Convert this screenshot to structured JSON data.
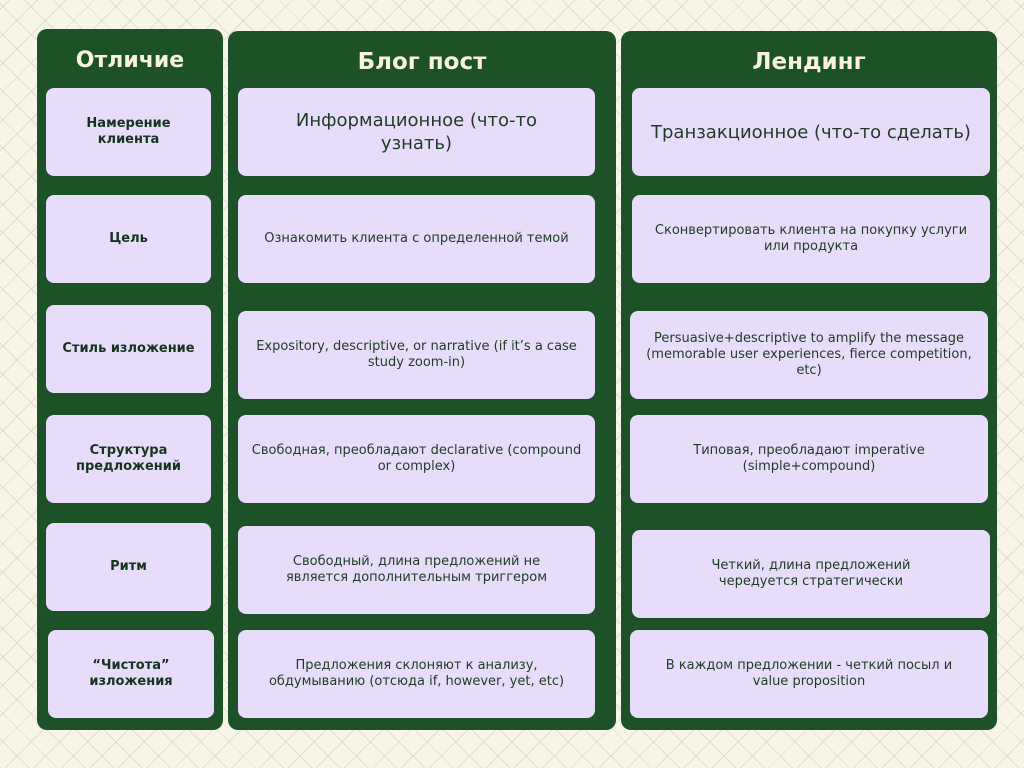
{
  "headers": {
    "difference": "Отличие",
    "blog": "Блог пост",
    "landing": "Лендинг"
  },
  "rows": [
    {
      "label": "Намерение клиента",
      "blog": "Информационное (что-то узнать)",
      "landing": "Транзакционное (что-то сделать)"
    },
    {
      "label": "Цель",
      "blog": "Ознакомить клиента с определенной темой",
      "landing": "Сконвертировать клиента на покупку услуги или продукта"
    },
    {
      "label": "Стиль изложение",
      "blog": "Expository, descriptive, or narrative (if it’s a case study zoom-in)",
      "landing": "Persuasive+descriptive to amplify the message (memorable user experiences, fierce competition, etc)"
    },
    {
      "label": "Структура предложений",
      "blog": "Свободная, преобладают declarative (compound or complex)",
      "landing": "Типовая, преобладают imperative (simple+compound)"
    },
    {
      "label": "Ритм",
      "blog": "Свободный, длина предложений не является дополнительным триггером",
      "landing": "Четкий, длина предложений чередуется стратегически"
    },
    {
      "label": "“Чистота” изложения",
      "blog": "Предложения склоняют к анализу, обдумыванию (отсюда if, however, yet, etc)",
      "landing": "В каждом предложении - четкий посыл и value proposition"
    }
  ],
  "colors": {
    "column_bg": "#1d5127",
    "cell_bg": "#e8dcfb",
    "header_text": "#f7f3dc",
    "page_bg": "#f7f5e6"
  }
}
